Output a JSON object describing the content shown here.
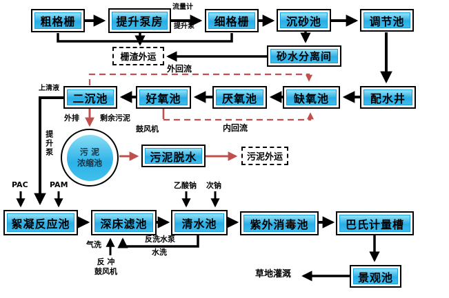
{
  "nodes": {
    "coarse_screen": "粗格栅",
    "lift_pump_house": "提升泵房",
    "fine_screen": "细格栅",
    "grit_chamber": "沉砂池",
    "equalization_tank": "调节池",
    "screenings_disposal": "栅渣外运",
    "sand_water_separation": "砂水分离间",
    "secondary_clarifier": "二沉池",
    "aerobic_tank": "好氧池",
    "anaerobic_tank": "厌氧池",
    "anoxic_tank": "缺氧池",
    "distribution_well": "配水井",
    "sludge_thickener_line1": "污 泥",
    "sludge_thickener_line2": "浓缩池",
    "sludge_dewatering": "污泥脱水",
    "sludge_disposal": "污泥外运",
    "flocculation_tank": "絮凝反应池",
    "deep_bed_filter": "深床滤池",
    "clear_water_tank": "清水池",
    "uv_disinfection_tank": "紫外消毒池",
    "parshall_flume": "巴氏计量槽",
    "landscape_pond": "景观池"
  },
  "labels": {
    "flow_meter": "流量计",
    "lift_pump_top": "提升泵",
    "external_recycle": "外回流",
    "internal_recycle": "内回流",
    "blower": "鼓风机",
    "supernatant": "上清液",
    "discharge": "外排",
    "excess_sludge": "剩余污泥",
    "lift_pump_vertical": "提升泵",
    "pac": "PAC",
    "pam": "PAM",
    "sodium_acetate": "乙酸钠",
    "sodium_hypochlorite": "次钠",
    "air_wash": "气洗",
    "backwash_blower": "反 冲\n鼓风机",
    "backwash_pump": "反洗水泵",
    "water_wash": "水洗",
    "grass_irrigation": "草地灌溉"
  },
  "colors": {
    "box_fill": "#29ade6",
    "recycle_red": "#c0504d",
    "line_black": "#000000"
  }
}
